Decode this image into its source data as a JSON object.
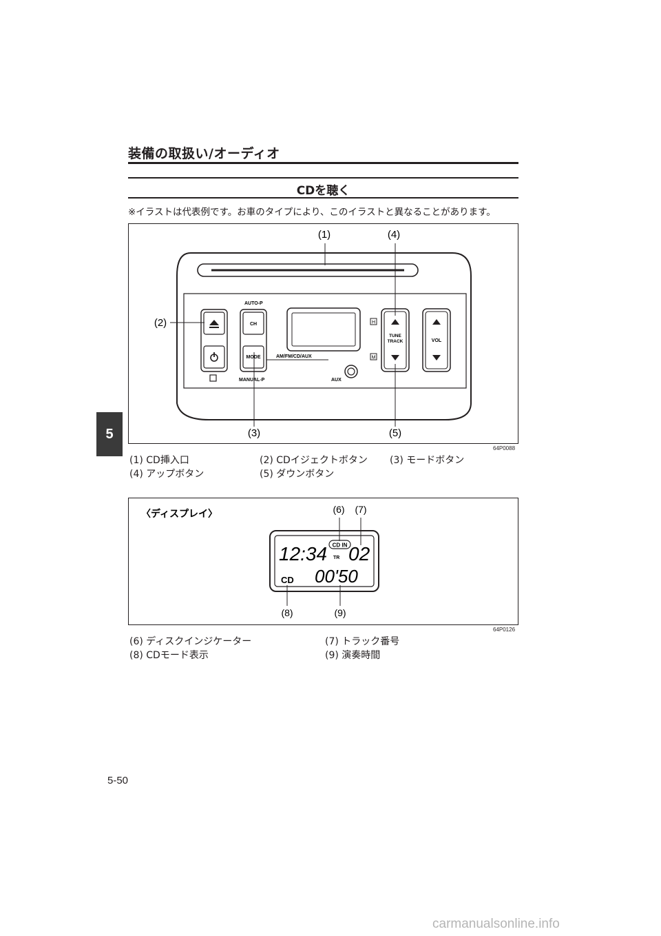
{
  "header": {
    "section_title": "装備の取扱い/オーディオ",
    "sub_title": "CDを聴く",
    "note": "※イラストは代表例です。お車のタイプにより、このイラストと異なることがあります。"
  },
  "figure1": {
    "code": "64P0088",
    "callouts": [
      "(1)",
      "(2)",
      "(3)",
      "(4)",
      "(5)"
    ],
    "labels": {
      "auto_p": "AUTO-P",
      "ch": "CH",
      "mode": "MODE",
      "am_fm": "AM/FM/CD/AUX",
      "manual_p": "MANUAL-P",
      "aux": "AUX",
      "tune": "TUNE",
      "track": "TRACK",
      "vol": "VOL",
      "h": "H",
      "m": "M"
    },
    "captions": [
      "(1) CD挿入口",
      "(2) CDイジェクトボタン",
      "(3) モードボタン",
      "(4) アップボタン",
      "(5) ダウンボタン"
    ]
  },
  "figure2": {
    "code": "64P0126",
    "title": "〈ディスプレイ〉",
    "callouts": [
      "(6)",
      "(7)",
      "(8)",
      "(9)"
    ],
    "display": {
      "clock": "12:34",
      "cd_in": "CD IN",
      "tr": "TR",
      "track": "02",
      "cd": "CD",
      "time": "00'50"
    },
    "captions": [
      "(6) ディスクインジケーター",
      "(7) トラック番号",
      "(8) CDモード表示",
      "(9) 演奏時間"
    ]
  },
  "chapter_tab": "5",
  "page_number": "5-50",
  "watermark": "carmanualsonline.info"
}
